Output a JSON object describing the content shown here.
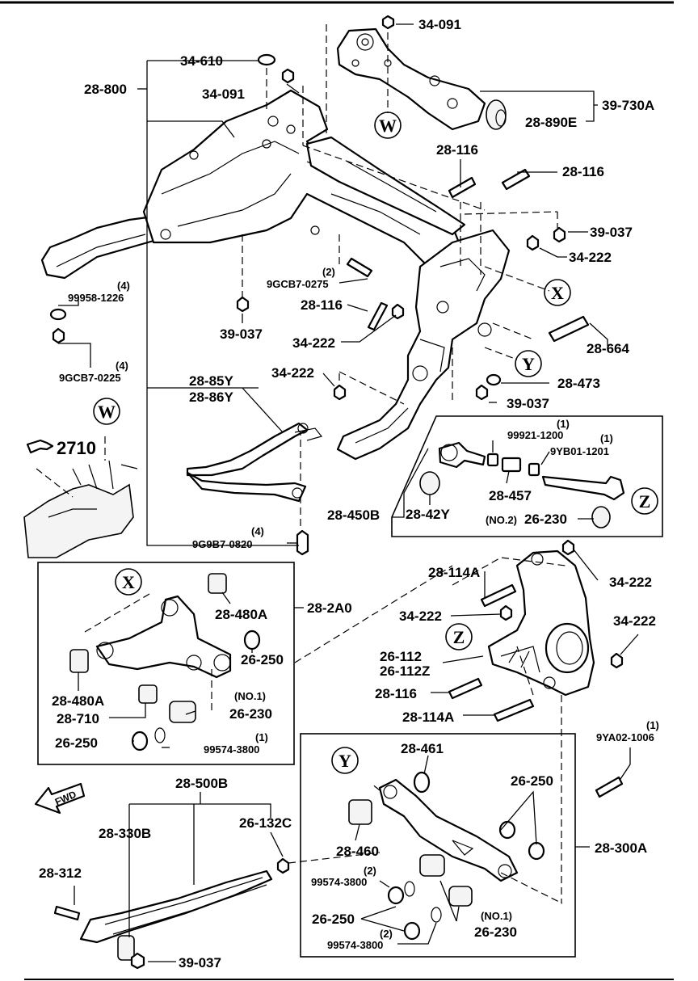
{
  "callouts": {
    "W": "W",
    "X": "X",
    "Y": "Y",
    "Z": "Z"
  },
  "labels": {
    "p34091a": "34-091",
    "p34610": "34-610",
    "p28800": "28-800",
    "p34091b": "34-091",
    "p39730A": "39-730A",
    "p28890E": "28-890E",
    "p28116a": "28-116",
    "p28116b": "28-116",
    "p39037a": "39-037",
    "p34222a": "34-222",
    "q4a": "(4)",
    "p99958": "99958-1226",
    "q2a": "(2)",
    "p9GCB70275": "9GCB7-0275",
    "p28116c": "28-116",
    "p39037b": "39-037",
    "p34222b": "34-222",
    "p28664": "28-664",
    "q4b": "(4)",
    "p9GCB70225": "9GCB7-0225",
    "p34222c": "34-222",
    "p28473": "28-473",
    "p39037c": "39-037",
    "p2885Y": "28-85Y",
    "p2886Y": "28-86Y",
    "ref2710": "2710",
    "q1a": "(1)",
    "p99921": "99921-1200",
    "q1b": "(1)",
    "p9YB01": "9YB01-1201",
    "p28457": "28-457",
    "p2842Y": "28-42Y",
    "no2": "(NO.2)",
    "p26230a": "26-230",
    "p28450B": "28-450B",
    "q4c": "(4)",
    "p9G9B7": "9G9B7-0820",
    "p282A0": "28-2A0",
    "p28480Aa": "28-480A",
    "p26250a": "26-250",
    "p28480Ab": "28-480A",
    "p28710": "28-710",
    "no1a": "(NO.1)",
    "p26230b": "26-230",
    "p26250b": "26-250",
    "q1c": "(1)",
    "p99574a": "99574-3800",
    "p28114Aa": "28-114A",
    "p34222d": "34-222",
    "p34222e": "34-222",
    "p34222f": "34-222",
    "p26112": "26-112",
    "p26112Z": "26-112Z",
    "p28116d": "28-116",
    "p28114Ab": "28-114A",
    "q1d": "(1)",
    "p9YA02": "9YA02-1006",
    "fwd": "FWD",
    "p28500B": "28-500B",
    "p28330B": "28-330B",
    "p26132C": "26-132C",
    "p28312": "28-312",
    "p39037d": "39-037",
    "p28461": "28-461",
    "p26250c": "26-250",
    "p28460": "28-460",
    "p28300A": "28-300A",
    "q2b": "(2)",
    "p99574b": "99574-3800",
    "p26250d": "26-250",
    "no1b": "(NO.1)",
    "p26230c": "26-230",
    "q2c": "(2)",
    "p99574c": "99574-3800"
  }
}
